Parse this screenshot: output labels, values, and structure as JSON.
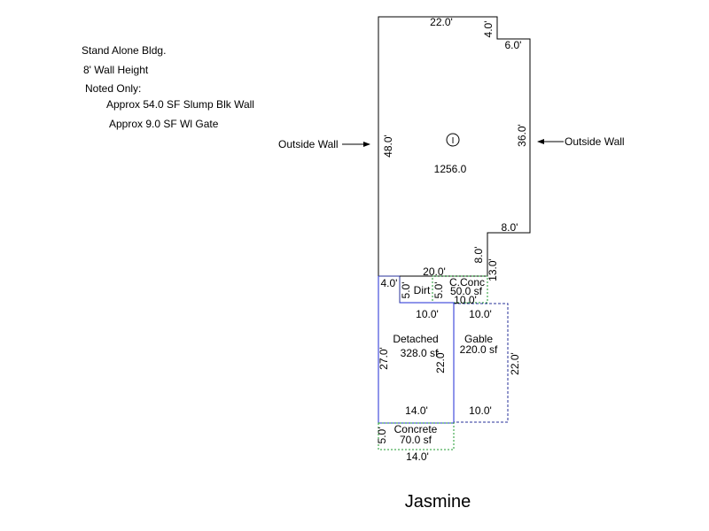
{
  "notes": {
    "line1": "Stand Alone Bldg.",
    "line2": "8' Wall Height",
    "line3": "Noted Only:",
    "line4": "Approx 54.0 SF Slump Blk Wall",
    "line5": "Approx 9.0 SF Wl Gate"
  },
  "walls": {
    "left_label": "Outside Wall",
    "right_label": "Outside Wall"
  },
  "main_building": {
    "marker": "I",
    "area": "1256.0",
    "dims": {
      "top": "22.0'",
      "notch_v": "4.0'",
      "notch_h": "6.0'",
      "right": "36.0'",
      "left": "48.0'",
      "step_h": "8.0'",
      "step_v": "8.0'",
      "lower_right": "13.0'",
      "bottom": "20.0'"
    }
  },
  "dirt": {
    "label": "Dirt",
    "dim_w": "4.0'",
    "dim_h": "5.0'"
  },
  "c_conc": {
    "label": "C.Conc",
    "area": "50.0 sf",
    "dim_h": "5.0'",
    "dim_w": "10.0'"
  },
  "detached": {
    "label": "Detached",
    "area": "328.0 sf",
    "top": "10.0'",
    "left": "27.0'",
    "right": "22.0'",
    "bottom": "14.0'"
  },
  "gable": {
    "label": "Gable",
    "area": "220.0 sf",
    "top": "10.0'",
    "right": "22.0'",
    "bottom": "10.0'"
  },
  "concrete": {
    "label": "Concrete",
    "area": "70.0 sf",
    "dim_h": "5.0'",
    "dim_w": "14.0'"
  },
  "caption": "Jasmine",
  "colors": {
    "outline": "#000000",
    "detached": "#1f2bd6",
    "dashed_green": "#1c9a2c",
    "dashed_blue": "#27319a"
  }
}
